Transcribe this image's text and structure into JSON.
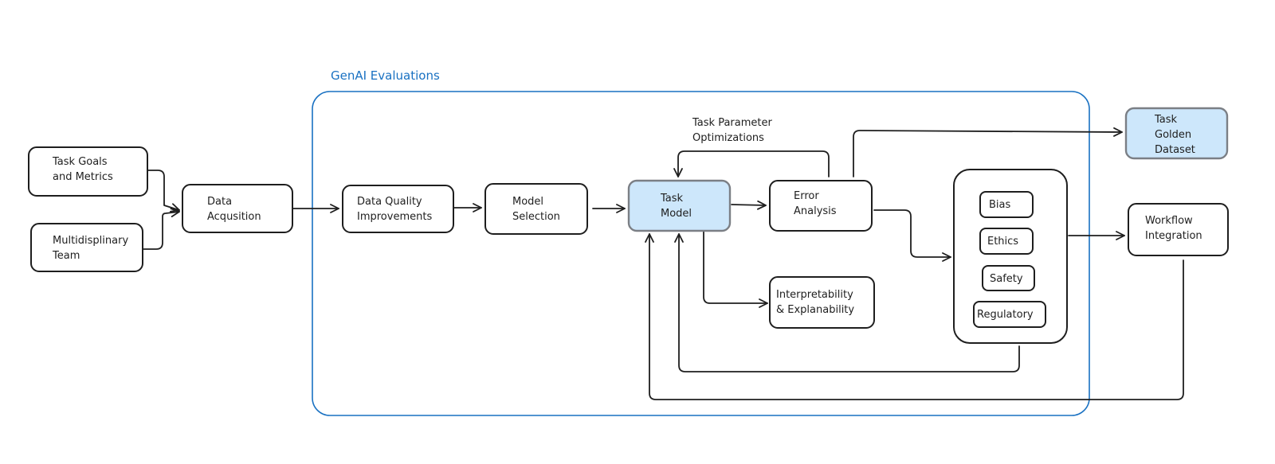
{
  "colors": {
    "stroke": "#1e1e1e",
    "highlight_fill": "#cde7fb",
    "group_stroke": "#1971c2"
  },
  "group": {
    "title": "GenAI Evaluations"
  },
  "annotation": {
    "line1": "Task Parameter",
    "line2": "Optimizations"
  },
  "nodes": {
    "task_goals": [
      "Task Goals",
      "and Metrics"
    ],
    "team": [
      "Multidisplinary",
      "Team"
    ],
    "data_acq": [
      "Data",
      "Acqusition"
    ],
    "data_quality": [
      "Data Quality",
      "Improvements"
    ],
    "model_selection": [
      "Model",
      "Selection"
    ],
    "task_model": [
      "Task",
      "Model"
    ],
    "error_analysis": [
      "Error",
      "Analysis"
    ],
    "interpretability": [
      "Interpretability",
      "& Explanability"
    ],
    "bias": [
      "Bias"
    ],
    "ethics": [
      "Ethics"
    ],
    "safety": [
      "Safety"
    ],
    "regulatory": [
      "Regulatory"
    ],
    "golden_dataset": [
      "Task",
      "Golden",
      "Dataset"
    ],
    "workflow": [
      "Workflow",
      "Integration"
    ]
  }
}
